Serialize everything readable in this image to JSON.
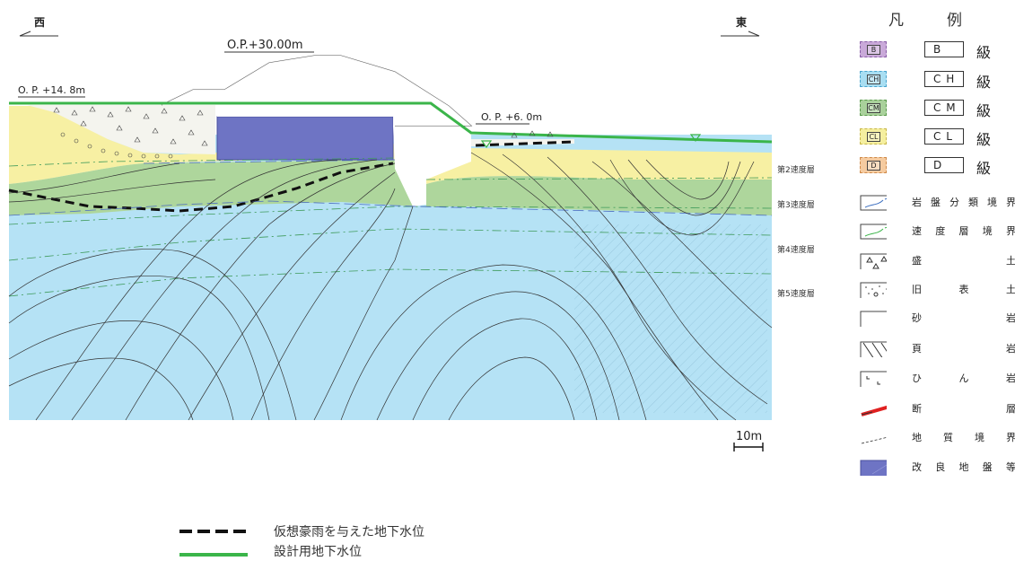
{
  "compass": {
    "west": "西",
    "east": "東"
  },
  "elevations": {
    "crest": "O.P.+30.00m",
    "west_ground": "O. P. +14. 8m",
    "east_ground": "O. P. +6. 0m"
  },
  "velocity_layers": [
    "第2速度層",
    "第3速度層",
    "第4速度層",
    "第5速度層"
  ],
  "scale_bar": "10m",
  "legend": {
    "title_left": "凡",
    "title_right": "例",
    "grades": [
      {
        "swatch": "B",
        "code": "B",
        "grade": "級",
        "color": "#c9a9d9"
      },
      {
        "swatch": "CH",
        "code": "C H",
        "grade": "級",
        "color": "#a8def2"
      },
      {
        "swatch": "CM",
        "code": "C M",
        "grade": "級",
        "color": "#a9d19b"
      },
      {
        "swatch": "CL",
        "code": "C L",
        "grade": "級",
        "color": "#f5ef9f"
      },
      {
        "swatch": "D",
        "code": "D",
        "grade": "級",
        "color": "#f5cba0"
      }
    ],
    "items": [
      {
        "icon": "rock-boundary-icon",
        "chars": [
          "岩",
          "盤",
          "分",
          "類",
          "境",
          "界"
        ]
      },
      {
        "icon": "velocity-boundary-icon",
        "chars": [
          "速",
          "度",
          "層",
          "境",
          "界"
        ]
      },
      {
        "icon": "fill-icon",
        "chars": [
          "盛",
          "土"
        ]
      },
      {
        "icon": "old-surface-icon",
        "chars": [
          "旧",
          "表",
          "土"
        ]
      },
      {
        "icon": "sandstone-icon",
        "chars": [
          "砂",
          "岩"
        ]
      },
      {
        "icon": "shale-icon",
        "chars": [
          "頁",
          "岩"
        ]
      },
      {
        "icon": "hinrock-icon",
        "chars": [
          "ひ",
          "ん",
          "岩"
        ]
      },
      {
        "icon": "fault-icon",
        "chars": [
          "断",
          "層"
        ]
      },
      {
        "icon": "geologic-boundary-icon",
        "chars": [
          "地",
          "質",
          "境",
          "界"
        ]
      },
      {
        "icon": "improved-ground-icon",
        "chars": [
          "改",
          "良",
          "地",
          "盤",
          "等"
        ]
      }
    ]
  },
  "bottom_legend": {
    "heavy_rain_label": "仮想豪雨を与えた地下水位",
    "design_label": "設計用地下水位"
  },
  "colors": {
    "ch": "#b5e2f5",
    "cm": "#aed69c",
    "cl": "#f7f0a3",
    "improved": "#6e74c4",
    "design_water": "#3bb54a"
  }
}
